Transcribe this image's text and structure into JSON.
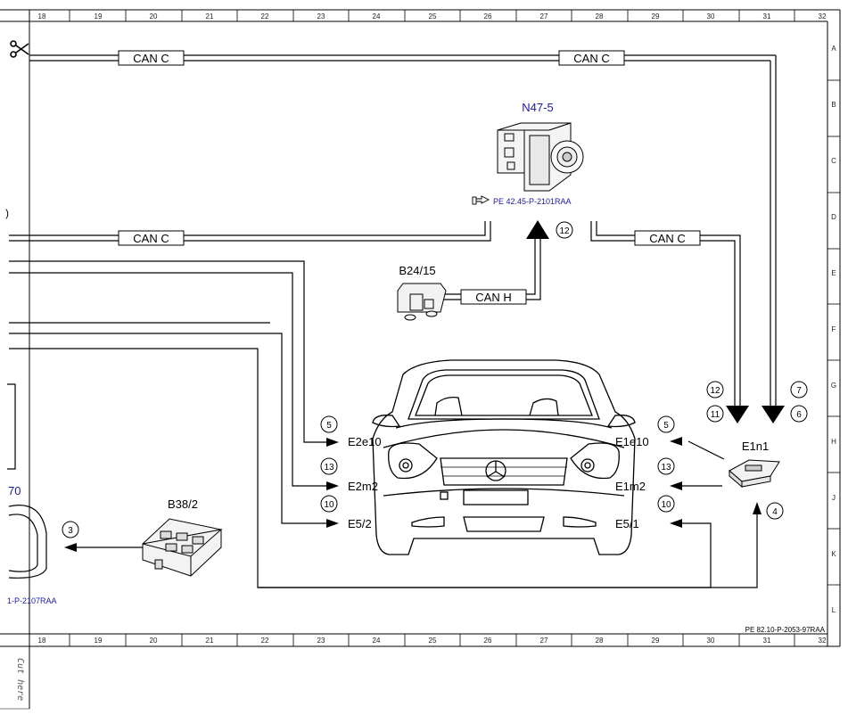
{
  "grid": {
    "columns": [
      "18",
      "19",
      "20",
      "21",
      "22",
      "23",
      "24",
      "25",
      "26",
      "27",
      "28",
      "29",
      "30",
      "31",
      "32"
    ],
    "rows": [
      "A",
      "B",
      "C",
      "D",
      "E",
      "F",
      "G",
      "H",
      "J",
      "K",
      "L"
    ]
  },
  "components": {
    "n47_5": "N47-5",
    "n47_5_ref": "PE 42.45-P-2101RAA",
    "b24_15": "B24/15",
    "b38_2": "B38/2",
    "e1n1": "E1n1",
    "left_partial_id": "70",
    "left_partial_ref": "1-P-2107RAA"
  },
  "buses": {
    "can_c": "CAN C",
    "can_h": "CAN H"
  },
  "signals": {
    "e2e10": "E2e10",
    "e2m2": "E2m2",
    "e5_2": "E5/2",
    "e1e10": "E1e10",
    "e1m2": "E1m2",
    "e5_1": "E5/1"
  },
  "markers": {
    "m12_top": "12",
    "m12": "12",
    "m11": "11",
    "m7": "7",
    "m6": "6",
    "m5_left": "5",
    "m13_left": "13",
    "m10_left": "10",
    "m5_right": "5",
    "m13_right": "13",
    "m10_right": "10",
    "m4": "4",
    "m3": "3"
  },
  "footer": {
    "doc_ref": "PE 82.10-P-2053-97RAA",
    "cut_text": "Cut here"
  },
  "icons": {
    "scissors": "scissors-icon",
    "pointer": "pointing-hand-icon"
  }
}
